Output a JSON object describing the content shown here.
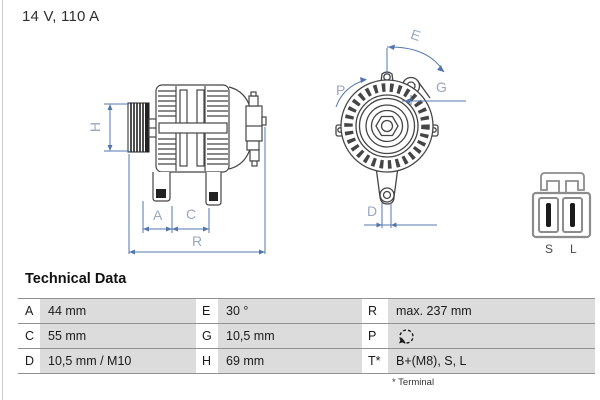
{
  "header": {
    "rating": "14 V, 110 A"
  },
  "diagram": {
    "dimension_labels": {
      "h": "H",
      "a": "A",
      "c": "C",
      "r": "R",
      "e": "E",
      "p": "P",
      "g": "G",
      "d": "D"
    },
    "connector": {
      "terminals": [
        "S",
        "L"
      ]
    },
    "colors": {
      "dimension_line": "#5377ad",
      "dimension_label": "#9aa7c0",
      "outline": "#454545",
      "table_value_bg": "#dcdcdc"
    }
  },
  "technical_data": {
    "title": "Technical Data",
    "rows": [
      {
        "cells": [
          {
            "key": "A",
            "value": "44 mm"
          },
          {
            "key": "E",
            "value": "30 °"
          },
          {
            "key": "R",
            "value": "max. 237 mm"
          }
        ]
      },
      {
        "cells": [
          {
            "key": "C",
            "value": "55 mm"
          },
          {
            "key": "G",
            "value": "10,5 mm"
          },
          {
            "key": "P",
            "value": "",
            "icon": "rotation-direction-icon"
          }
        ]
      },
      {
        "cells": [
          {
            "key": "D",
            "value": "10,5 mm / M10"
          },
          {
            "key": "H",
            "value": "69 mm"
          },
          {
            "key": "T*",
            "value": "B+(M8), S, L"
          }
        ]
      }
    ],
    "footnote": "* Terminal"
  }
}
